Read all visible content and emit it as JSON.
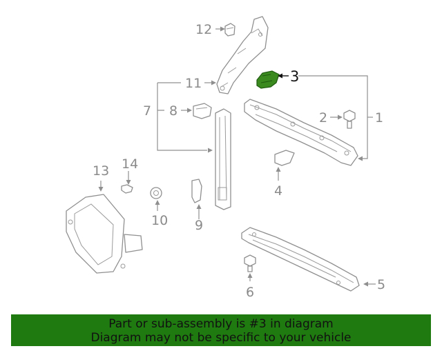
{
  "callouts": {
    "c1": "1",
    "c2": "2",
    "c3": "3",
    "c4": "4",
    "c5": "5",
    "c6": "6",
    "c7": "7",
    "c8": "8",
    "c9": "9",
    "c10": "10",
    "c11": "11",
    "c12": "12",
    "c13": "13",
    "c14": "14"
  },
  "highlighted_part": "3",
  "colors": {
    "highlight": "#3a8a20",
    "banner_bg": "#1f7a10",
    "line": "#8f8f8f"
  },
  "banner": {
    "line1": "Part or sub-assembly is #3 in diagram",
    "line2": "Diagram may not be specific to your vehicle"
  }
}
